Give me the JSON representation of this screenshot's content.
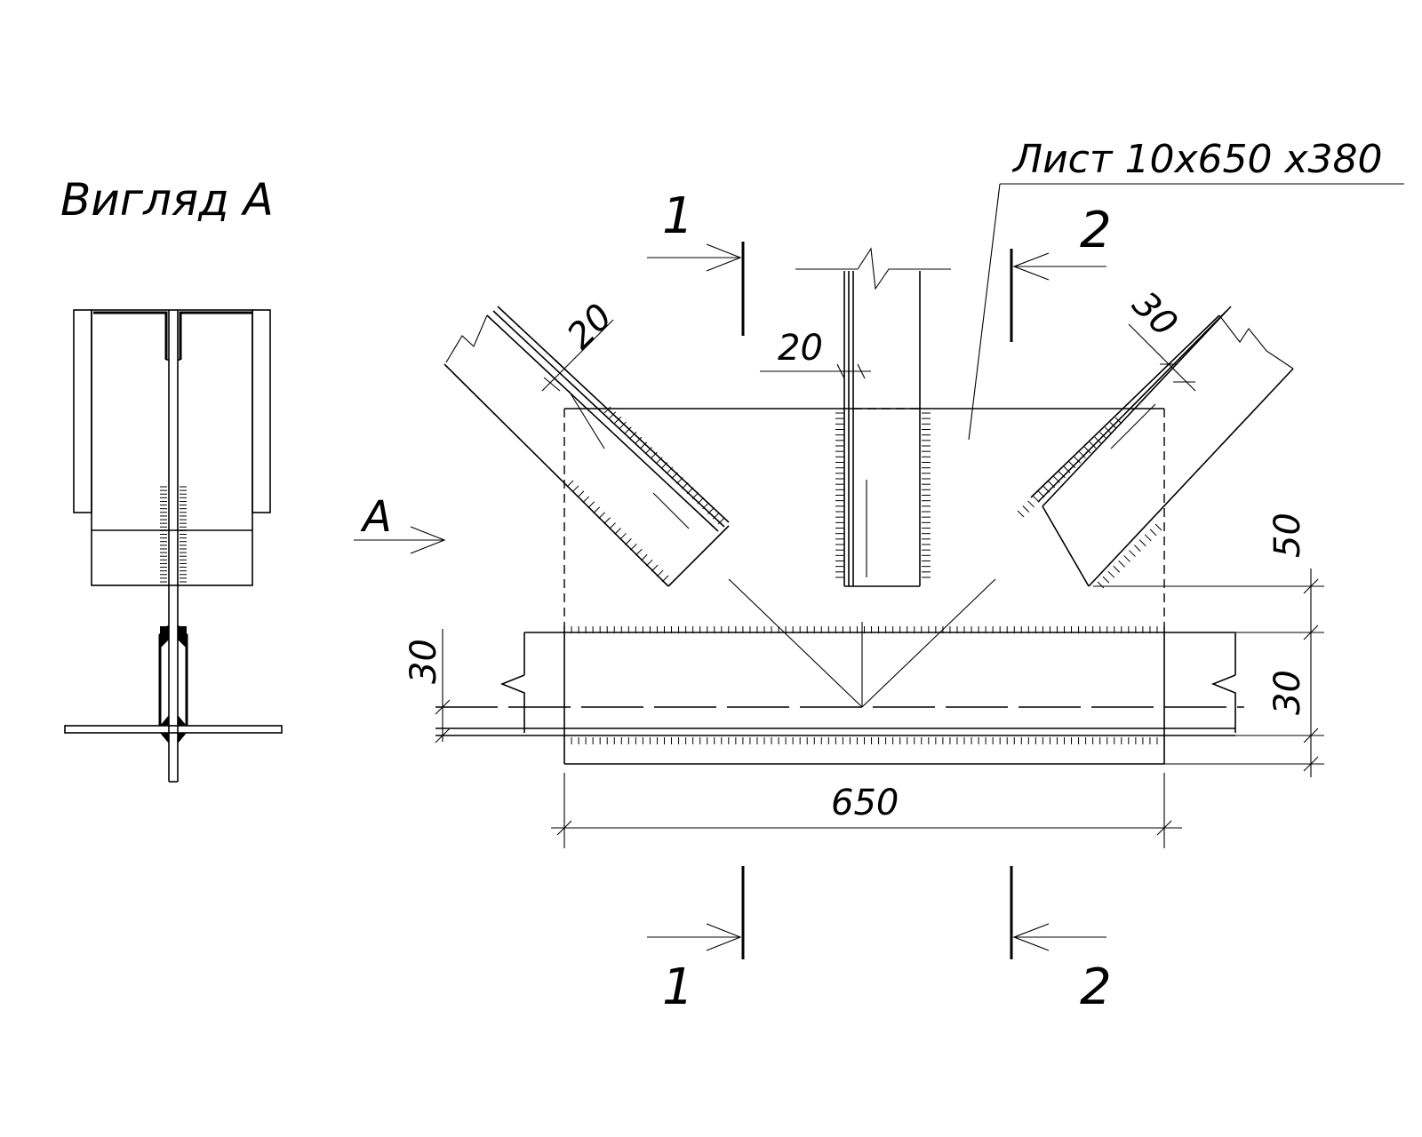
{
  "view_title": "Вигляд А",
  "plate_note": "Лист  10х650 х380",
  "section_marks": {
    "s1_top": "1",
    "s2_top": "2",
    "s1_bottom": "1",
    "s2_bottom": "2"
  },
  "view_arrow_label": "А",
  "dimensions": {
    "left_brace_offset": "20",
    "vertical_post_offset": "20",
    "right_brace_offset": "30",
    "right_top_gap": "50",
    "right_chord_gap": "30",
    "left_chord_gap": "30",
    "plate_length": "650"
  }
}
